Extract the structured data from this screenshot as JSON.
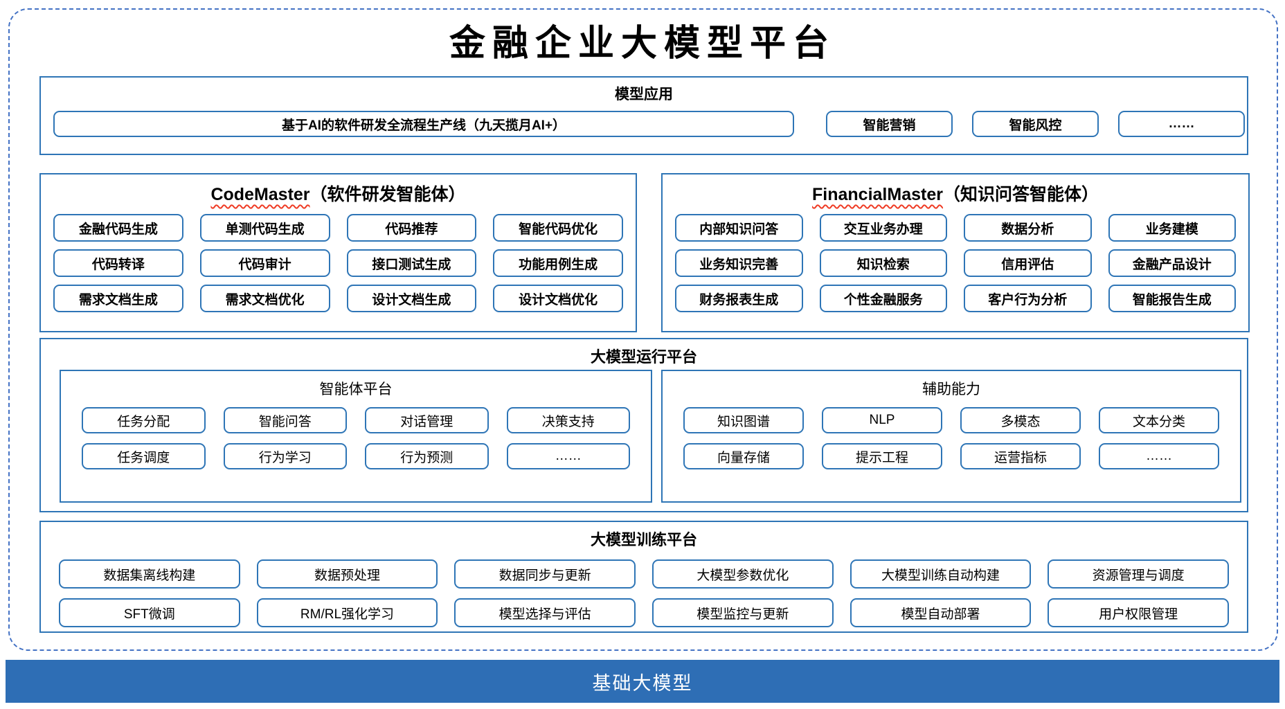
{
  "title": "金融企业大模型平台",
  "colors": {
    "dashed_border": "#4472C4",
    "section_border": "#2E75B6",
    "chip_border": "#2E75B6",
    "base_bar_bg": "#2E6EB5",
    "wavy_underline": "#EF3B24"
  },
  "model_app": {
    "header": "模型应用",
    "main_item": "基于AI的软件研发全流程生产线（九天揽月AI+）",
    "items": [
      "智能营销",
      "智能风控",
      "……"
    ]
  },
  "code_master": {
    "name_en": "CodeMaster",
    "name_zh": "（软件研发智能体）",
    "items": [
      "金融代码生成",
      "单测代码生成",
      "代码推荐",
      "智能代码优化",
      "代码转译",
      "代码审计",
      "接口测试生成",
      "功能用例生成",
      "需求文档生成",
      "需求文档优化",
      "设计文档生成",
      "设计文档优化"
    ]
  },
  "financial_master": {
    "name_en": "FinancialMaster",
    "name_zh": "（知识问答智能体）",
    "items": [
      "内部知识问答",
      "交互业务办理",
      "数据分析",
      "业务建模",
      "业务知识完善",
      "知识检索",
      "信用评估",
      "金融产品设计",
      "财务报表生成",
      "个性金融服务",
      "客户行为分析",
      "智能报告生成"
    ]
  },
  "run_platform": {
    "header": "大模型运行平台",
    "agent_platform": {
      "title": "智能体平台",
      "items": [
        "任务分配",
        "智能问答",
        "对话管理",
        "决策支持",
        "任务调度",
        "行为学习",
        "行为预测",
        "……"
      ]
    },
    "aux_ability": {
      "title": "辅助能力",
      "items": [
        "知识图谱",
        "NLP",
        "多模态",
        "文本分类",
        "向量存储",
        "提示工程",
        "运营指标",
        "……"
      ]
    }
  },
  "train_platform": {
    "header": "大模型训练平台",
    "items": [
      "数据集离线构建",
      "数据预处理",
      "数据同步与更新",
      "大模型参数优化",
      "大模型训练自动构建",
      "资源管理与调度",
      "SFT微调",
      "RM/RL强化学习",
      "模型选择与评估",
      "模型监控与更新",
      "模型自动部署",
      "用户权限管理"
    ]
  },
  "base_model_bar": {
    "label": "基础大模型"
  }
}
